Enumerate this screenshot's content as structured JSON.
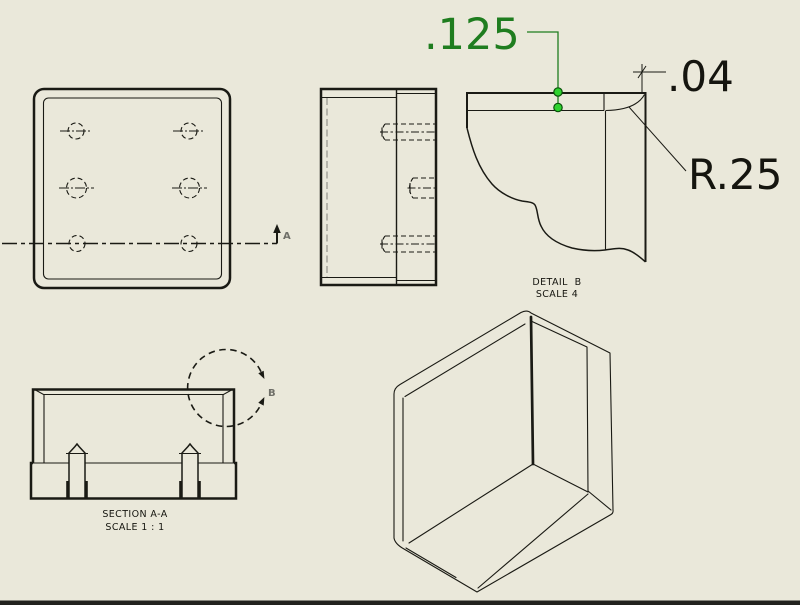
{
  "drawing": {
    "background_color": "#eae8da",
    "line_color": "#1a1a14",
    "label_color": "#15150f",
    "marker_letter_color": "#6f6f68",
    "hidden_line_gray": "#8a8a82",
    "bottom_border_color": "#22221e",
    "green_dimension_color": "#1f7d1f",
    "green_marker_fill": "#2fd32f",
    "green_marker_edge": "#0a520a",
    "annotations": {
      "thickness_dim": ".125",
      "corner_flat_dim": ".04",
      "corner_radius_dim": "R.25",
      "section_arrow_label": "A",
      "detail_circle_label": "B"
    },
    "detail_view": {
      "title": "DETAIL  B",
      "scale_note": "SCALE 4"
    },
    "section_view": {
      "title": "SECTION A-A",
      "scale_note": "SCALE 1 : 1"
    }
  }
}
